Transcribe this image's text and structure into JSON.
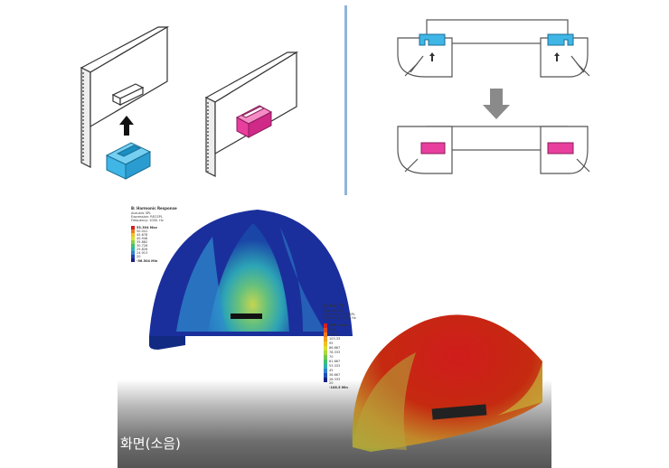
{
  "caption": "화면(소음)",
  "colors": {
    "cyan_clip": "#3fb6e6",
    "magenta_clip": "#e83e9e",
    "divider": "#8fb4d8",
    "arrow": "#888888"
  },
  "legend_a": {
    "title": "B: Harmonic Response",
    "line1": "Acoustic SPL",
    "line2": "Expression: RECSPL",
    "line3": "Frequency: 1000. Hz",
    "max": "53.304 Max",
    "v1": "50.041",
    "v2": "45.678",
    "v3": "40.948",
    "v4": "35.882",
    "v5": "30.728",
    "v6": "25.826",
    "v7": "24.913",
    "v8": "20",
    "min": "-56.504 Min"
  },
  "legend_b": {
    "title": "A: Ref. 75",
    "line1": "Acoustic SPL",
    "line2": "Expression: RECSPL",
    "line3": "Frequency: 1000. Hz",
    "max": "105.1 Max",
    "v1": "120",
    "v2": "111.67",
    "v3": "103.33",
    "v4": "95",
    "v5": "86.667",
    "v6": "78.333",
    "v7": "70",
    "v8": "61.667",
    "v9": "53.333",
    "v10": "45",
    "v11": "36.667",
    "v12": "28.333",
    "v13": "20",
    "min": "-108.5 Min"
  }
}
